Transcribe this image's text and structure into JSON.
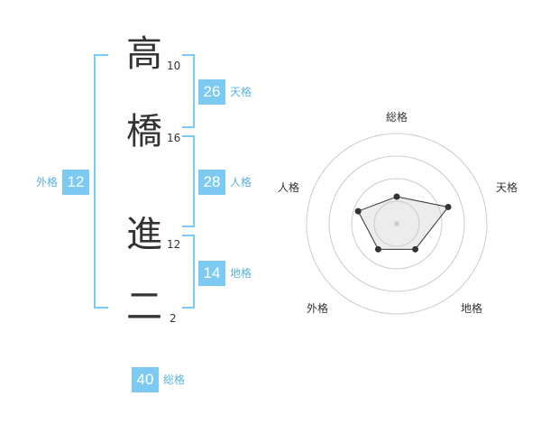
{
  "name_chars": [
    {
      "char": "高",
      "strokes": "10"
    },
    {
      "char": "橋",
      "strokes": "16"
    },
    {
      "char": "進",
      "strokes": "12"
    },
    {
      "char": "二",
      "strokes": "2"
    }
  ],
  "scores": {
    "tenkaku": {
      "value": "26",
      "label": "天格"
    },
    "jinkaku": {
      "value": "28",
      "label": "人格"
    },
    "chikaku": {
      "value": "14",
      "label": "地格"
    },
    "gaikaku": {
      "value": "12",
      "label": "外格"
    },
    "soukaku": {
      "value": "40",
      "label": "総格"
    }
  },
  "colors": {
    "accent": "#7ccaf2",
    "accent_text": "#5ab2dc",
    "text": "#333333",
    "grid": "#cccccc"
  },
  "chart_data": {
    "type": "radar",
    "axes": [
      "総格",
      "天格",
      "地格",
      "外格",
      "人格"
    ],
    "values": [
      0.3,
      0.6,
      0.35,
      0.35,
      0.45
    ],
    "rings": 4
  }
}
